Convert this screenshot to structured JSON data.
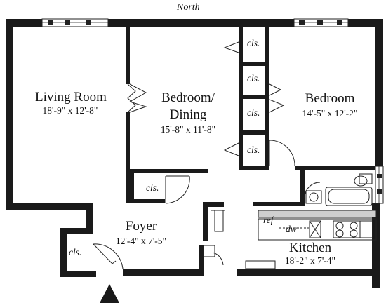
{
  "compass": {
    "label": "North"
  },
  "rooms": {
    "living_room": {
      "name": "Living Room",
      "dims": "18'-9\" x 12'-8\""
    },
    "bedroom_dining": {
      "name_line1": "Bedroom/",
      "name_line2": "Dining",
      "dims": "15'-8\" x 11'-8\""
    },
    "bedroom": {
      "name": "Bedroom",
      "dims": "14'-5\" x 12'-2\""
    },
    "foyer": {
      "name": "Foyer",
      "dims": "12'-4\" x 7'-5\""
    },
    "kitchen": {
      "name": "Kitchen",
      "dims": "18'-2\" x 7'-4\""
    }
  },
  "closets": {
    "top": "cls.",
    "mid_upper": "cls.",
    "mid_lower": "cls.",
    "lower": "cls.",
    "foyer_closet": "cls.",
    "entry_closet": "cls."
  },
  "appliances": {
    "refrigerator": "ref",
    "dishwasher": "dw"
  }
}
